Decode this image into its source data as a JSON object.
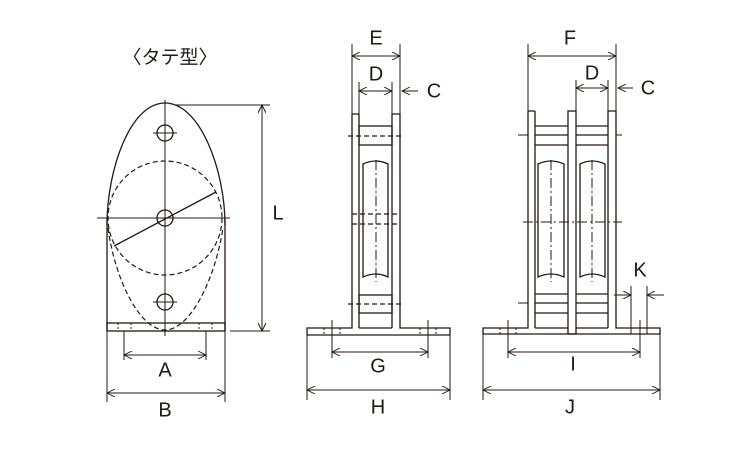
{
  "title": "〈タテ型〉",
  "labels": {
    "A": "A",
    "B": "B",
    "C": "C",
    "D": "D",
    "E": "E",
    "F": "F",
    "G": "G",
    "H": "H",
    "I": "I",
    "J": "J",
    "K": "K",
    "L": "L"
  },
  "colors": {
    "line": "#231815",
    "background": "#ffffff"
  }
}
